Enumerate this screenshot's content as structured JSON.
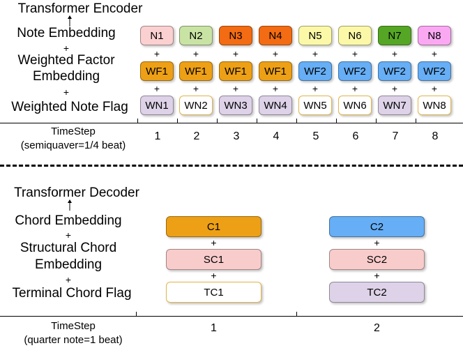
{
  "encoder": {
    "title": "Transformer Encoder",
    "row_labels": {
      "note": "Note Embedding",
      "factor_1": "Weighted Factor",
      "factor_2": "Embedding",
      "flag": "Weighted Note Flag"
    },
    "plus": "+",
    "notes": [
      {
        "label": "N1",
        "color": "#fbd0d0"
      },
      {
        "label": "N2",
        "color": "#c9e3a4"
      },
      {
        "label": "N3",
        "color": "#f36b12"
      },
      {
        "label": "N4",
        "color": "#f36b12"
      },
      {
        "label": "N5",
        "color": "#fbf9a8"
      },
      {
        "label": "N6",
        "color": "#fbf9a8"
      },
      {
        "label": "N7",
        "color": "#55a624"
      },
      {
        "label": "N8",
        "color": "#fba8f3"
      }
    ],
    "factors": [
      {
        "label": "WF1",
        "color": "#eda016"
      },
      {
        "label": "WF1",
        "color": "#eda016"
      },
      {
        "label": "WF1",
        "color": "#eda016"
      },
      {
        "label": "WF1",
        "color": "#eda016"
      },
      {
        "label": "WF2",
        "color": "#66aef5"
      },
      {
        "label": "WF2",
        "color": "#66aef5"
      },
      {
        "label": "WF2",
        "color": "#66aef5"
      },
      {
        "label": "WF2",
        "color": "#66aef5"
      }
    ],
    "flags": [
      {
        "label": "WN1",
        "color": "#ddd2e7"
      },
      {
        "label": "WN2",
        "color": "#ffffff"
      },
      {
        "label": "WN3",
        "color": "#ddd2e7"
      },
      {
        "label": "WN4",
        "color": "#ddd2e7"
      },
      {
        "label": "WN5",
        "color": "#ffffff"
      },
      {
        "label": "WN6",
        "color": "#ffffff"
      },
      {
        "label": "WN7",
        "color": "#ddd2e7"
      },
      {
        "label": "WN8",
        "color": "#ffffff"
      }
    ],
    "timestep_label": "TimeStep",
    "timestep_unit": "(semiquaver=1/4 beat)",
    "timesteps": [
      "1",
      "2",
      "3",
      "4",
      "5",
      "6",
      "7",
      "8"
    ]
  },
  "decoder": {
    "title": "Transformer Decoder",
    "row_labels": {
      "chord": "Chord Embedding",
      "struct_1": "Structural Chord",
      "struct_2": "Embedding",
      "terminal": "Terminal Chord Flag"
    },
    "plus": "+",
    "columns": [
      {
        "chord": {
          "label": "C1",
          "color": "#eda016"
        },
        "struct": {
          "label": "SC1",
          "color": "#f9cccc"
        },
        "terminal": {
          "label": "TC1",
          "color": "#ffffff"
        }
      },
      {
        "chord": {
          "label": "C2",
          "color": "#66aef5"
        },
        "struct": {
          "label": "SC2",
          "color": "#f9cccc"
        },
        "terminal": {
          "label": "TC2",
          "color": "#ddd2e7"
        }
      }
    ],
    "timestep_label": "TimeStep",
    "timestep_unit": "(quarter note=1 beat)",
    "timesteps": [
      "1",
      "2"
    ]
  }
}
